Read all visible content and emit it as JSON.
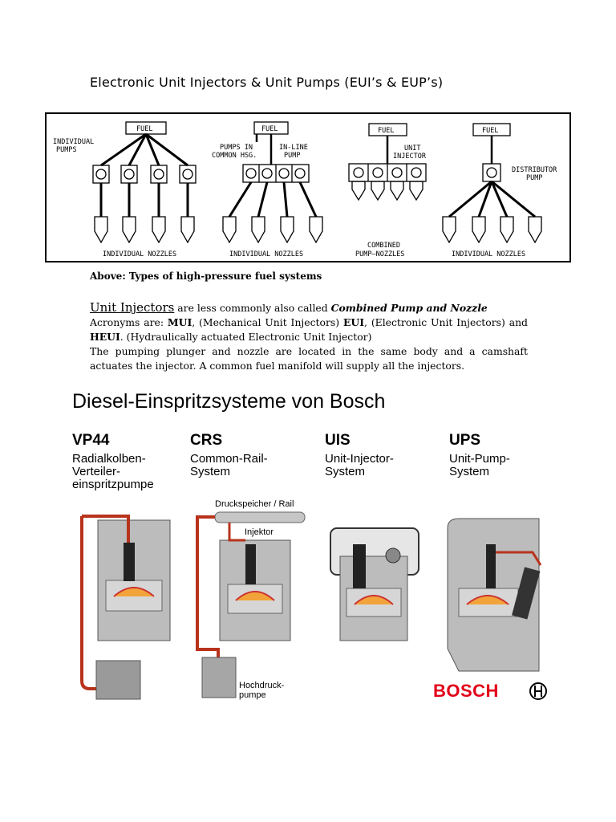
{
  "title": "Electronic Unit Injectors & Unit Pumps (EUI’s & EUP’s)",
  "figure1": {
    "fuel_label": "FUEL",
    "individual_pumps": [
      "INDIVIDUAL",
      "PUMPS"
    ],
    "pumps_common": [
      "PUMPS  IN",
      "COMMON HSG."
    ],
    "inline_pump": [
      "IN-LINE",
      "PUMP"
    ],
    "unit_injector": [
      "UNIT",
      "INJECTOR"
    ],
    "distributor_pump": [
      "DISTRIBUTOR",
      "PUMP"
    ],
    "individual_nozzles": "INDIVIDUAL  NOZZLES",
    "combined": [
      "COMBINED",
      "PUMP–NOZZLES"
    ]
  },
  "caption": "Above: Types of high-pressure fuel systems",
  "paragraph": {
    "lead": "Unit Injectors",
    "lead_rest": " are less commonly also called ",
    "lead_emph": "Combined Pump and Nozzle",
    "acronyms_intro": "Acronyms are: ",
    "mui": "MUI",
    "mui_desc": ", (Mechanical Unit Injectors) ",
    "eui": "EUI",
    "eui_desc": ", (Electronic Unit Injectors) and ",
    "heui": "HEUI",
    "heui_desc": ". (Hydraulically actuated Electronic Unit Injector)",
    "body": "The pumping plunger and nozzle are located in the same body and a camshaft actuates the injector.  A common fuel manifold will supply all the injectors."
  },
  "bosch": {
    "title": "Diesel-Einspritzsysteme von Bosch",
    "systems": [
      {
        "code": "VP44",
        "desc": [
          "Radialkolben-",
          "Verteiler-",
          "einspritzpumpe"
        ]
      },
      {
        "code": "CRS",
        "desc": [
          "Common-Rail-",
          "System"
        ]
      },
      {
        "code": "UIS",
        "desc": [
          "Unit-Injector-",
          "System"
        ]
      },
      {
        "code": "UPS",
        "desc": [
          "Unit-Pump-",
          "System"
        ]
      }
    ],
    "rail_label": "Druckspeicher / Rail",
    "injector_label": "Injektor",
    "hp_pump_label": [
      "Hochdruck-",
      "pumpe"
    ],
    "logo_text": "BOSCH"
  },
  "colors": {
    "pipe": "#b8331c",
    "engine": "#b9b9b9",
    "engine_dark": "#7d7d7d",
    "logo": "#e2001a"
  }
}
